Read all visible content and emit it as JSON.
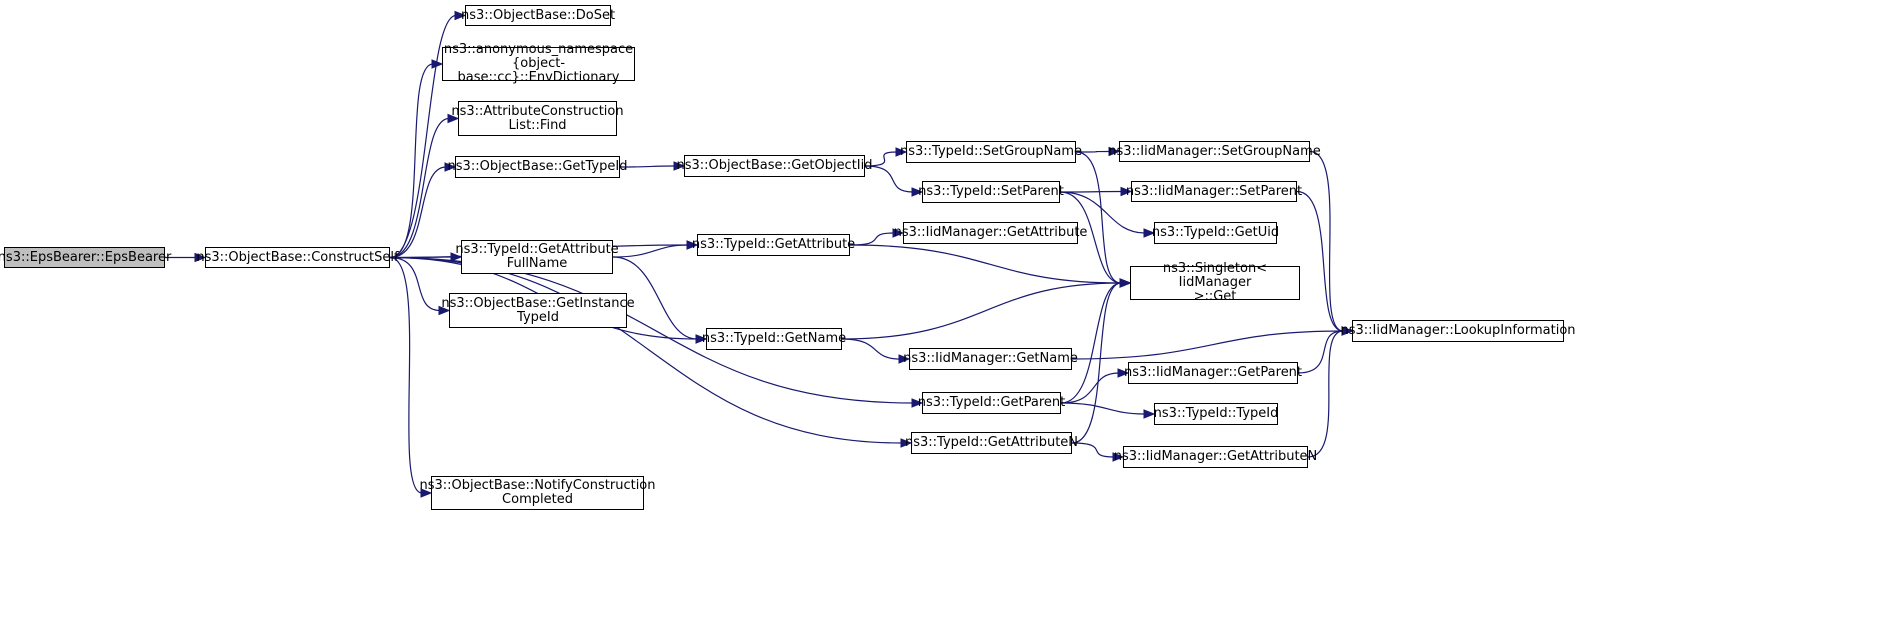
{
  "graph": {
    "nodes": [
      {
        "id": "eps",
        "label": "ns3::EpsBearer::EpsBearer",
        "root": true
      },
      {
        "id": "construct",
        "label": "ns3::ObjectBase::ConstructSelf"
      },
      {
        "id": "doset",
        "label": "ns3::ObjectBase::DoSet"
      },
      {
        "id": "envdict",
        "label": "ns3::anonymous_namespace\n{object-base::cc}::EnvDictionary"
      },
      {
        "id": "acfind",
        "label": "ns3::AttributeConstruction\nList::Find"
      },
      {
        "id": "gettypeid",
        "label": "ns3::ObjectBase::GetTypeId"
      },
      {
        "id": "getattrfullname",
        "label": "ns3::TypeId::GetAttribute\nFullName"
      },
      {
        "id": "getinsttypeid",
        "label": "ns3::ObjectBase::GetInstance\nTypeId"
      },
      {
        "id": "notify",
        "label": "ns3::ObjectBase::NotifyConstruction\nCompleted"
      },
      {
        "id": "getobjectiid",
        "label": "ns3::ObjectBase::GetObjectIid"
      },
      {
        "id": "getattribute",
        "label": "ns3::TypeId::GetAttribute"
      },
      {
        "id": "getname",
        "label": "ns3::TypeId::GetName"
      },
      {
        "id": "setgroupname",
        "label": "ns3::TypeId::SetGroupName"
      },
      {
        "id": "setparent",
        "label": "ns3::TypeId::SetParent"
      },
      {
        "id": "iid_getattribute",
        "label": "ns3::IidManager::GetAttribute"
      },
      {
        "id": "iid_getname",
        "label": "ns3::IidManager::GetName"
      },
      {
        "id": "getparent",
        "label": "ns3::TypeId::GetParent"
      },
      {
        "id": "getattributen",
        "label": "ns3::TypeId::GetAttributeN"
      },
      {
        "id": "iid_setgroupname",
        "label": "ns3::IidManager::SetGroupName"
      },
      {
        "id": "iid_setparent",
        "label": "ns3::IidManager::SetParent"
      },
      {
        "id": "getuid",
        "label": "ns3::TypeId::GetUid"
      },
      {
        "id": "singleton",
        "label": "ns3::Singleton< IidManager\n>::Get"
      },
      {
        "id": "iid_getparent",
        "label": "ns3::IidManager::GetParent"
      },
      {
        "id": "typeid_ctor",
        "label": "ns3::TypeId::TypeId"
      },
      {
        "id": "iid_getattributen",
        "label": "ns3::IidManager::GetAttributeN"
      },
      {
        "id": "lookup",
        "label": "ns3::IidManager::LookupInformation"
      }
    ],
    "edges": [
      [
        "eps",
        "construct"
      ],
      [
        "construct",
        "doset"
      ],
      [
        "construct",
        "envdict"
      ],
      [
        "construct",
        "acfind"
      ],
      [
        "construct",
        "gettypeid"
      ],
      [
        "construct",
        "getattribute"
      ],
      [
        "construct",
        "getattrfullname"
      ],
      [
        "construct",
        "getinsttypeid"
      ],
      [
        "construct",
        "getname"
      ],
      [
        "construct",
        "getparent"
      ],
      [
        "construct",
        "getattributen"
      ],
      [
        "construct",
        "notify"
      ],
      [
        "gettypeid",
        "getobjectiid"
      ],
      [
        "getobjectiid",
        "setgroupname"
      ],
      [
        "getobjectiid",
        "setparent"
      ],
      [
        "getattrfullname",
        "getattribute"
      ],
      [
        "getattrfullname",
        "getname"
      ],
      [
        "getattribute",
        "iid_getattribute"
      ],
      [
        "getattribute",
        "singleton"
      ],
      [
        "getname",
        "singleton"
      ],
      [
        "getname",
        "iid_getname"
      ],
      [
        "setgroupname",
        "iid_setgroupname"
      ],
      [
        "setgroupname",
        "singleton"
      ],
      [
        "setparent",
        "iid_setparent"
      ],
      [
        "setparent",
        "getuid"
      ],
      [
        "setparent",
        "singleton"
      ],
      [
        "getparent",
        "singleton"
      ],
      [
        "getparent",
        "iid_getparent"
      ],
      [
        "getparent",
        "typeid_ctor"
      ],
      [
        "getattributen",
        "singleton"
      ],
      [
        "getattributen",
        "iid_getattributen"
      ],
      [
        "iid_setgroupname",
        "lookup"
      ],
      [
        "iid_setparent",
        "lookup"
      ],
      [
        "iid_getname",
        "lookup"
      ],
      [
        "iid_getparent",
        "lookup"
      ],
      [
        "iid_getattributen",
        "lookup"
      ]
    ]
  }
}
